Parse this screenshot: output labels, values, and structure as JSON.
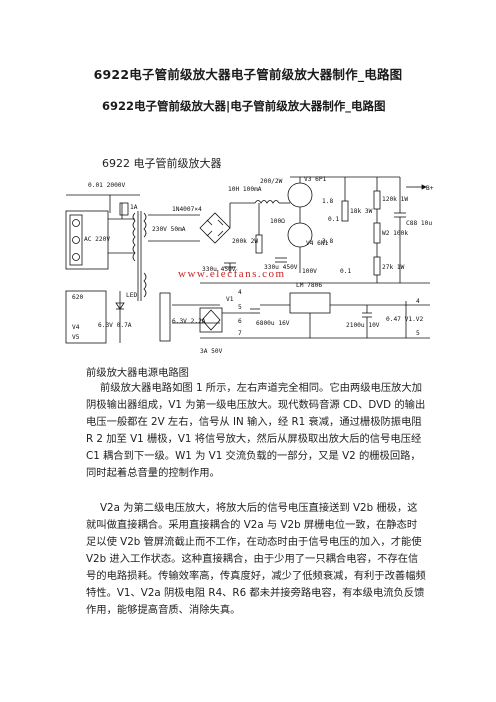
{
  "doc": {
    "title": "6922电子管前级放大器电子管前级放大器制作_电路图",
    "subtitle": "6922电子管前级放大器|电子管前级放大器制作_电路图",
    "section_heading": "6922 电子管前级放大器",
    "figure_caption": "前级放大器电源电路图",
    "paragraphs": [
      "前级放大器电路如图 1 所示，左右声道完全相同。它由两级电压放大加阴极输出器组成，V1 为第一级电压放大。现代数码音源 CD、DVD 的输出电压一般都在 2V 左右，信号从 IN 输入，经 R1 衰减，通过栅极防振电阻 R 2 加至 V1 栅极，V1 将信号放大，然后从屏极取出放大后的信号电压经 C1 耦合到下一级。W1 为 V1 交流负载的一部分，又是 V2 的栅极回路，同时起着总音量的控制作用。",
      "V2a 为第二级电压放大，将放大后的信号电压直接送到 V2b 栅极，这就叫做直接耦合。采用直接耦合的 V2a 与 V2b 屏栅电位一致，在静态时足以使 V2b 管屏流截止而不工作，在动态时由于信号电压的加入，才能使 V2b 进入工作状态。这种直接耦合，由于少用了一只耦合电容，不存在信号的电路损耗。传输效率高，传真度好，减少了低频衰减，有利于改善幅频特性。V1、V2a 阴极电阻 R4、R6 都未并接旁路电容，有本级电流负反馈作用，能够提高音质、消除失真。"
    ]
  },
  "schematic": {
    "labels": {
      "fuse": "0.01 2000V",
      "fuse_a": "1A",
      "ac": "AC 220V",
      "diodes": "1N4007×4",
      "inductor": "10H 100mA",
      "sec": "230V 50mA",
      "cap1": "330u 450V",
      "r200k": "200k 2W",
      "cap2": "330u 450V",
      "v3": "V3 6P1",
      "r200": "200/2W",
      "r100": "100Ω",
      "v4": "V4 6N1",
      "r18k": "18k 3W",
      "r120k": "120k 1W",
      "w2": "W2 100k",
      "r27k": "27k 1W",
      "c88": "C88 10u",
      "b_plus": "B+",
      "watermark": "www.elecfans.com",
      "led": "LED",
      "r620": "620",
      "v4l": "V4",
      "v5": "V5",
      "h1": "6.3V 0.7A",
      "h2": "6.3V 2.2A",
      "v1": "V1",
      "lm": "LM 7806",
      "c6800": "6800u 16V",
      "c2100": "2100u 10V",
      "out": "0.47 V1.V2",
      "bridge": "3A 50V",
      "n1": "4",
      "n2": "5",
      "n3": "6",
      "n4": "7",
      "n5": "4",
      "n6": "5",
      "n7": "1.8",
      "n8": "0.1",
      "n9": "0.1",
      "n10": "100V",
      "n11": "3.8"
    }
  }
}
